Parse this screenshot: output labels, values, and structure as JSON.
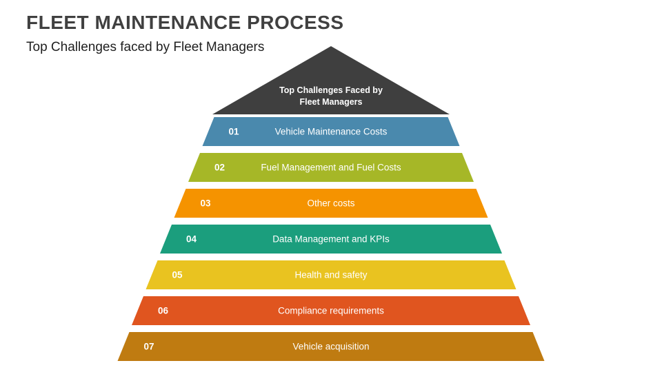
{
  "slide": {
    "title": "FLEET MAINTENANCE PROCESS",
    "subtitle": "Top Challenges faced by Fleet Managers"
  },
  "pyramid": {
    "apex": {
      "label": "Top Challenges Faced by Fleet Managers",
      "color": "#3f3f3f"
    },
    "levels": [
      {
        "number": "01",
        "label": "Vehicle Maintenance Costs",
        "color": "#4a89ad"
      },
      {
        "number": "02",
        "label": "Fuel Management and Fuel Costs",
        "color": "#a6b727"
      },
      {
        "number": "03",
        "label": "Other costs",
        "color": "#f59300"
      },
      {
        "number": "04",
        "label": "Data Management and KPIs",
        "color": "#1b9e7d"
      },
      {
        "number": "05",
        "label": "Health and safety",
        "color": "#e9c320"
      },
      {
        "number": "06",
        "label": "Compliance requirements",
        "color": "#e0551f"
      },
      {
        "number": "07",
        "label": "Vehicle acquisition",
        "color": "#bf7b11"
      }
    ]
  }
}
